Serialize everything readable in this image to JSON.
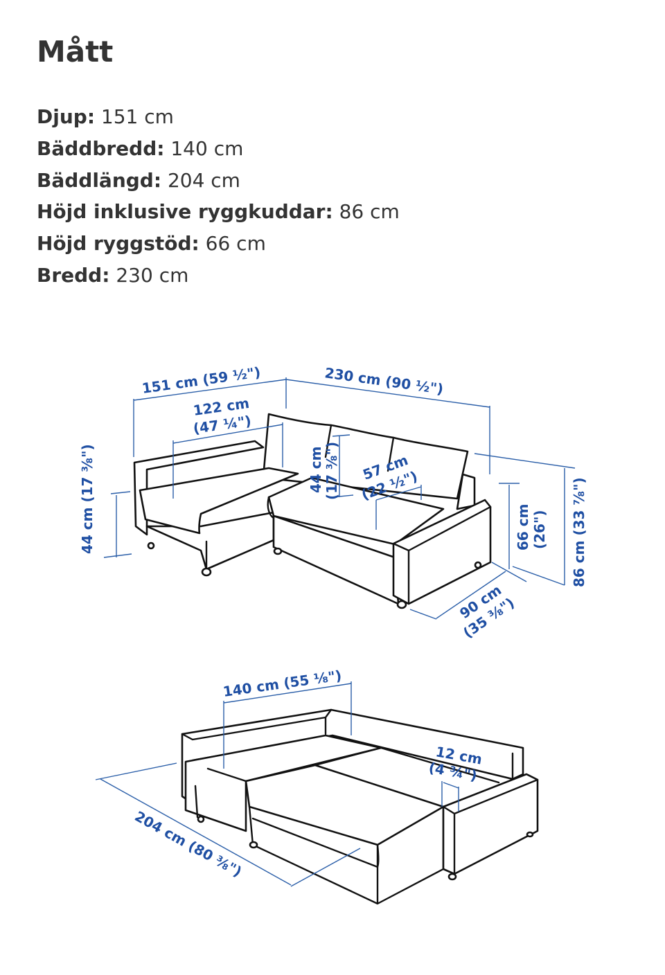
{
  "title": "Mått",
  "specs": [
    {
      "label": "Djup:",
      "value": "151 cm"
    },
    {
      "label": "Bäddbredd:",
      "value": "140 cm"
    },
    {
      "label": "Bäddlängd:",
      "value": "204 cm"
    },
    {
      "label": "Höjd inklusive ryggkuddar:",
      "value": "86 cm"
    },
    {
      "label": "Höjd ryggstöd:",
      "value": "66 cm"
    },
    {
      "label": "Bredd:",
      "value": "230 cm"
    }
  ],
  "diagram": {
    "sofa_labels": {
      "depth": "151 cm (59 ½\")",
      "width": "230 cm (90 ½\")",
      "chaise_depth_cm": "122 cm",
      "chaise_depth_in": "(47 ¼\")",
      "seat_height_left": "44 cm (17 ⅜\")",
      "cushion_height_cm": "44 cm",
      "cushion_height_in": "(17 ⅜\")",
      "seat_depth_cm": "57 cm",
      "seat_depth_in": "(22 ½\")",
      "back_height_cm": "66 cm",
      "back_height_in": "(26\")",
      "total_height": "86 cm (33 ⅞\")",
      "sofa_depth_cm": "90 cm",
      "sofa_depth_in": "(35 ⅜\")"
    },
    "bed_labels": {
      "bed_width": "140 cm (55 ⅛\")",
      "gap_cm": "12 cm",
      "gap_in": "(4 ¾\")",
      "bed_length": "204 cm (80 ⅜\")"
    },
    "dimension_color": "#1f4fa3"
  }
}
